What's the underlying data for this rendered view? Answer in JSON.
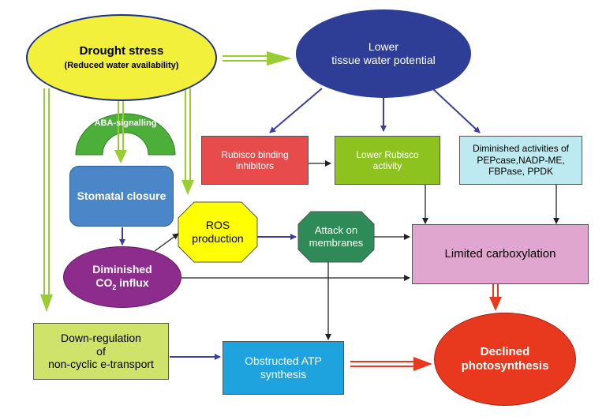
{
  "nodes": {
    "drought": {
      "title": "Drought stress",
      "subtitle": "(Reduced water availability)",
      "color": "#F2F03A"
    },
    "lower_potential": {
      "line1": "Lower",
      "line2": "tissue water potential",
      "color": "#2E3E97"
    },
    "aba": {
      "label": "ABA-signalling",
      "color": "#4CAF3A"
    },
    "stomatal": {
      "label": "Stomatal closure",
      "color": "#4A86C8"
    },
    "rubisco_inhibitors": {
      "line1": "Rubisco binding",
      "line2": "inhibitors",
      "color": "#E84B4B"
    },
    "lower_rubisco": {
      "line1": "Lower Rubisco",
      "line2": "activity",
      "color": "#8DC21F"
    },
    "enzymes": {
      "line1": "Diminished activities of",
      "line2": "PEPcase,NADP-ME,",
      "line3": "FBPase, PPDK",
      "color": "#BDE9F0"
    },
    "ros": {
      "line1": "ROS",
      "line2": "production",
      "color": "#FFFF00"
    },
    "attack": {
      "line1": "Attack on",
      "line2": "membranes",
      "color": "#2E8B57"
    },
    "diminished_co2": {
      "line1": "Diminished",
      "line2_a": "CO",
      "line2_sub": "2",
      "line2_b": " influx",
      "color": "#8E2C8E"
    },
    "limited": {
      "label": "Limited carboxylation",
      "color": "#E0A6CF"
    },
    "downreg": {
      "line1": "Down-regulation",
      "line2": "of",
      "line3": "non-cyclic e-transport",
      "color": "#CFE36A"
    },
    "atp": {
      "line1": "Obstructed ATP",
      "line2": "synthesis",
      "color": "#1FA3DF"
    },
    "declined": {
      "line1": "Declined",
      "line2": "photosynthesis",
      "color": "#E8391E"
    }
  },
  "arrow_colors": {
    "green": "#9ACD32",
    "purple": "#3D3D9C",
    "black": "#222222",
    "red": "#E8391E"
  }
}
